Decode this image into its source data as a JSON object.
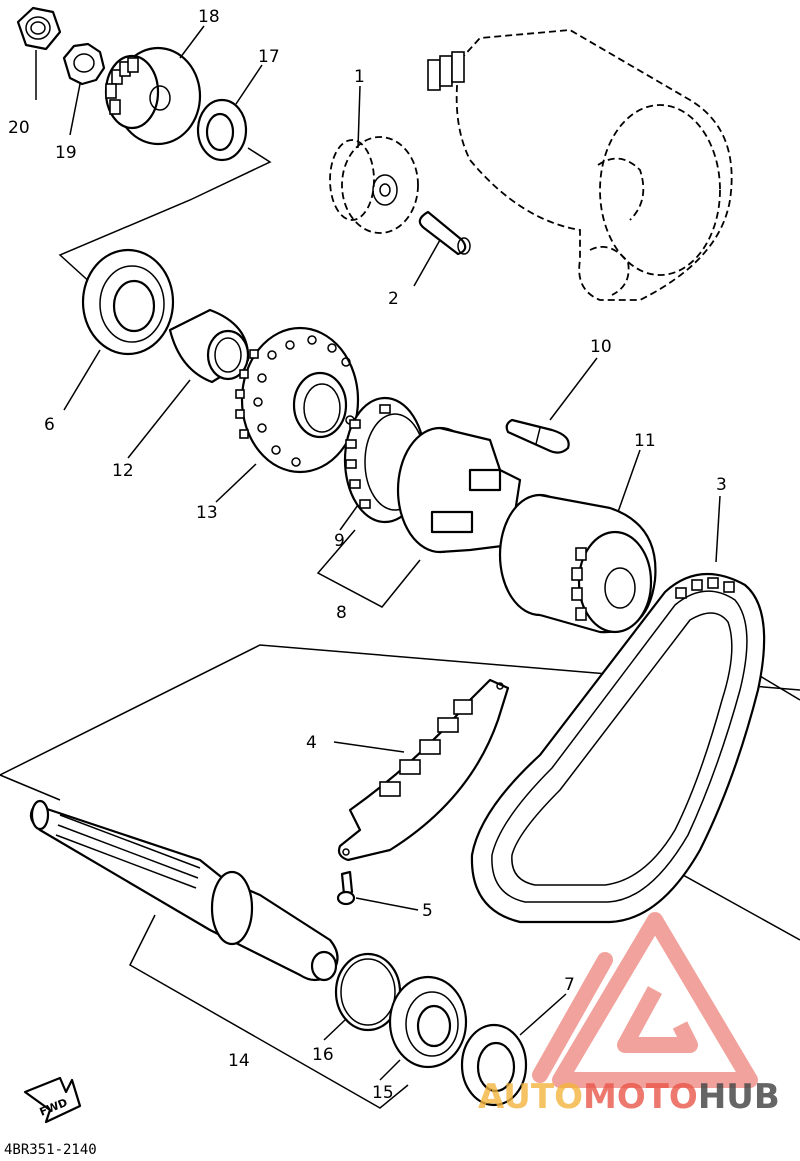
{
  "diagram": {
    "part_numbers": [
      "1",
      "2",
      "3",
      "4",
      "5",
      "6",
      "7",
      "8",
      "9",
      "10",
      "11",
      "12",
      "13",
      "14",
      "15",
      "16",
      "17",
      "18",
      "19",
      "20"
    ],
    "drawing_code": "4BR351-2140",
    "fwd_label": "FWD"
  },
  "watermark": {
    "text_a": "AUTO",
    "text_b": "MOTO",
    "text_c": "HUB",
    "colors": {
      "triangle": "#e8564a",
      "auto": "#f2b43c",
      "moto": "#e8564a",
      "hub": "#4a4a4a"
    }
  }
}
